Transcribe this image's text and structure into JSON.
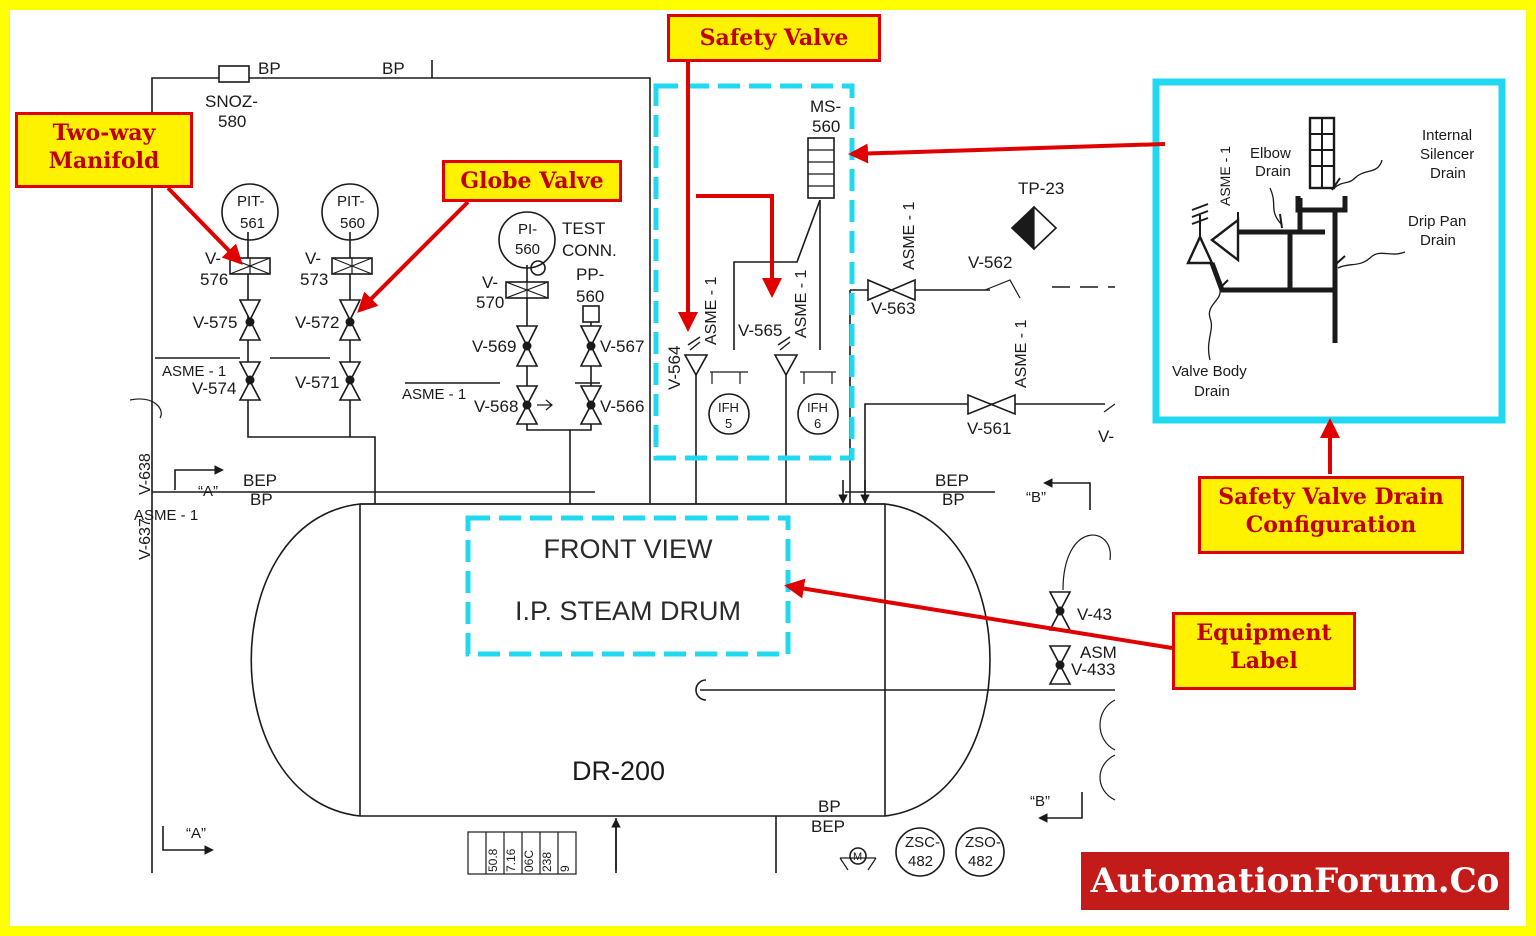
{
  "callouts": {
    "two_way_manifold": "Two-way\nManifold",
    "globe_valve": "Globe Valve",
    "safety_valve": "Safety Valve",
    "drain_config": "Safety Valve Drain\nConfiguration",
    "equipment_label": "Equipment\nLabel"
  },
  "equipment": {
    "front_view": "FRONT VIEW",
    "drum_name": "I.P. STEAM DRUM",
    "tag": "DR-200"
  },
  "instruments": {
    "pit_561": [
      "PIT-",
      "561"
    ],
    "pit_560": [
      "PIT-",
      "560"
    ],
    "pi_560": [
      "PI-",
      "560"
    ],
    "ms_560": [
      "MS-",
      "560"
    ],
    "tp_23": "TP-23",
    "test_conn": [
      "TEST",
      "CONN."
    ],
    "pp_560": [
      "PP-",
      "560"
    ],
    "snoz_580": [
      "SNOZ-",
      "580"
    ],
    "ifh_5": [
      "IFH",
      "5"
    ],
    "ifh_6": [
      "IFH",
      "6"
    ],
    "zsc_482": [
      "ZSC-",
      "482"
    ],
    "zso_482": [
      "ZSO-",
      "482"
    ],
    "motor": "M"
  },
  "valves": {
    "v576": [
      "V-",
      "576"
    ],
    "v573": [
      "V-",
      "573"
    ],
    "v570": [
      "V-",
      "570"
    ],
    "v575": "V-575",
    "v572": "V-572",
    "v574": "V-574",
    "v571": "V-571",
    "v569": "V-569",
    "v567": "V-567",
    "v568": "V-568",
    "v566": "V-566",
    "v564": "V-564",
    "v565": "V-565",
    "v563": "V-563",
    "v562": "V-562",
    "v561": "V-561",
    "v637": "V-637",
    "v638": "V-638",
    "v434": "V-43",
    "v433": "V-433",
    "v_cut": "V-"
  },
  "line_labels": {
    "bp": "BP",
    "bep": "BEP",
    "asme1": "ASME - 1",
    "asm": "ASM",
    "section_a": "“A”",
    "section_b": "“B”"
  },
  "drain_detail": {
    "elbow_drain": [
      "Elbow",
      "Drain"
    ],
    "internal_silencer_drain": [
      "Internal",
      "Silencer",
      "Drain"
    ],
    "drip_pan_drain": [
      "Drip Pan",
      "Drain"
    ],
    "valve_body_drain": [
      "Valve Body",
      "Drain"
    ],
    "asme1": "ASME - 1"
  },
  "table_cells": [
    "50.8",
    "7.16",
    "06C",
    "238",
    "9"
  ],
  "brand": "AutomationForum.Co",
  "colors": {
    "border": "#ffff00",
    "callout_fill": "#fff200",
    "callout_border": "#e00000",
    "arrow": "#e00000",
    "highlight": "#20d8f0",
    "brand_bg": "#c31a1a"
  }
}
